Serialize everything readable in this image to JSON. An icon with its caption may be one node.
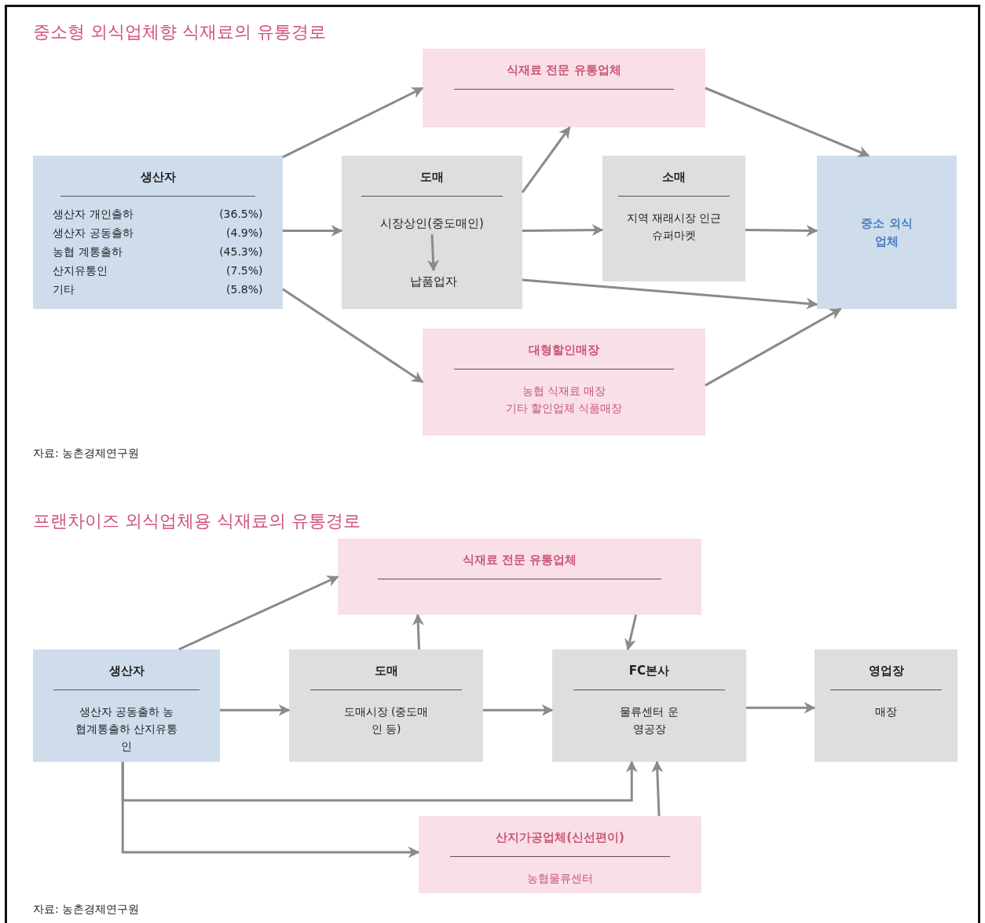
{
  "diagram": {
    "title": "중소형 외식업체향 식재료의 유통경로",
    "nodes": [
      {
        "text": [
          "식재료 전문 유통업체"
        ]
      },
      {
        "text": [
          "생산자",
          "생산자 개인출하",
          "(36.5%)",
          "생산자 공동출하",
          "(4.9%)",
          "농협 계통출하",
          "(45.3%)",
          "산지유통인",
          "(7.5%)",
          "기타",
          "(5.8%)"
        ]
      },
      {
        "text": [
          "도매"
        ]
      },
      {
        "text": [
          "시장상인(중도매인)"
        ],
        "in": 2
      },
      {
        "text": [
          "납품업자"
        ],
        "in": 2
      },
      {
        "text": [
          "소매",
          "지역 재래시장 인근 슈퍼마켓"
        ]
      },
      {
        "text": [
          "중소 외식업체"
        ]
      },
      {
        "text": [
          "대형할인매장",
          "농협 식재료 매장",
          "기타 할인업체 식품매장"
        ]
      },
      {
        "text": [
          "식재료 전문 유통업체"
        ]
      },
      {
        "text": [
          "생산자",
          "생산자 공동출하 농협계통출하 산지유통인"
        ]
      },
      {
        "text": [
          "도매",
          "도매시장 (중도매인 등)"
        ]
      },
      {
        "text": [
          "FC본사",
          "물류센터 운영공장"
        ]
      },
      {
        "text": [
          "영업장",
          "매장"
        ]
      },
      {
        "text": [
          "산지가공업체(신선편이)",
          "농협물류센터"
        ]
      }
    ],
    "edges": [
      {
        "from": 1,
        "to": 0,
        "arrow": "to"
      },
      {
        "from": 1,
        "to": 2,
        "arrow": "to"
      },
      {
        "from": 1,
        "to": 7,
        "arrow": "to"
      },
      {
        "from": 2,
        "to": 0,
        "arrow": "to"
      },
      {
        "from": 3,
        "to": 4,
        "arrow": "to"
      },
      {
        "from": 2,
        "to": 5,
        "arrow": "to"
      },
      {
        "from": 2,
        "to": 6,
        "arrow": "to"
      },
      {
        "from": 5,
        "to": 6,
        "arrow": "to"
      },
      {
        "from": 0,
        "to": 6,
        "arrow": "to"
      },
      {
        "from": 7,
        "to": 6,
        "arrow": "to"
      },
      {
        "from": 9,
        "to": 8,
        "arrow": "to"
      },
      {
        "from": 9,
        "to": 10,
        "arrow": "to"
      },
      {
        "from": 10,
        "to": 8,
        "arrow": "to"
      },
      {
        "from": 8,
        "to": 11,
        "arrow": "to"
      },
      {
        "from": 10,
        "to": 11,
        "arrow": "to"
      },
      {
        "from": 11,
        "to": 12,
        "arrow": "to"
      },
      {
        "from": 9,
        "to": 11,
        "arrow": "to"
      },
      {
        "from": 9,
        "to": 13,
        "arrow": "to"
      },
      {
        "from": 13,
        "to": 11,
        "arrow": "to"
      }
    ],
    "labels": [
      "자료: 농촌경제연구원",
      "프랜차이즈 외식업체용 식재료의 유통경로",
      "자료: 농촌경제연구원"
    ]
  }
}
